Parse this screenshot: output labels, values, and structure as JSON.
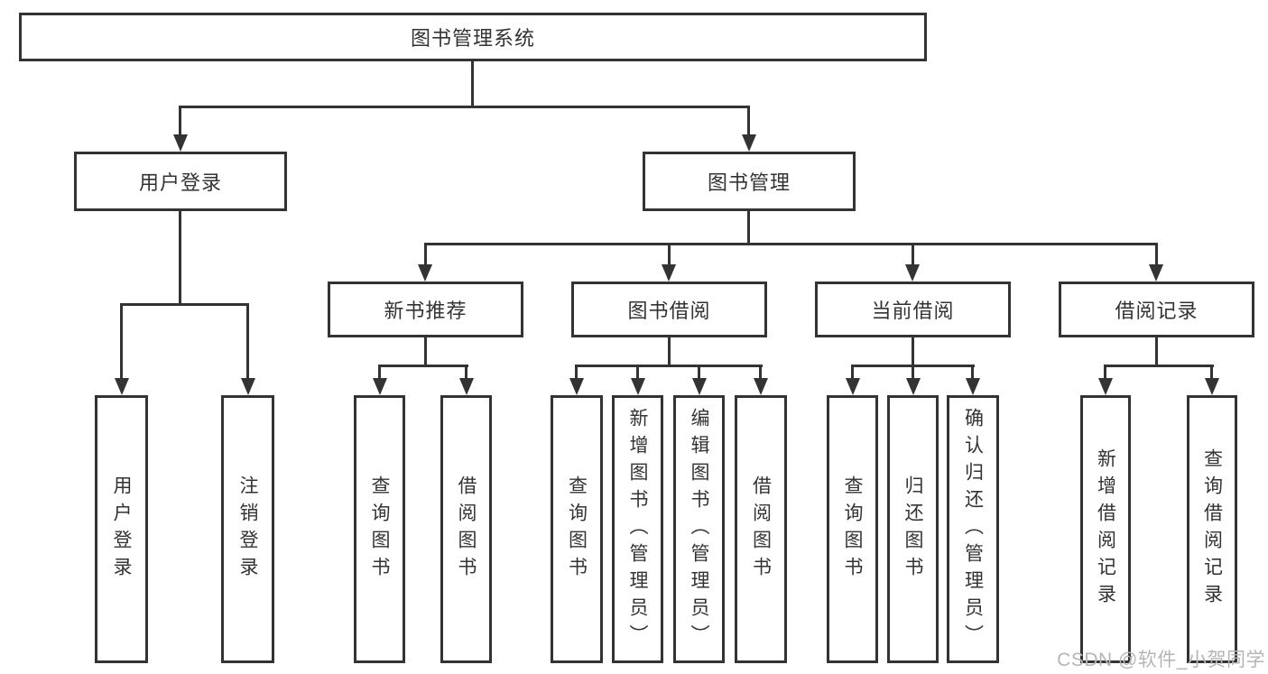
{
  "diagram": {
    "root": "图书管理系统",
    "level2": {
      "user_login": "用户登录",
      "book_mgmt": "图书管理"
    },
    "level3": {
      "new_book_rec": "新书推荐",
      "book_borrow": "图书借阅",
      "current_borrow": "当前借阅",
      "borrow_records": "借阅记录"
    },
    "leaves": {
      "login": [
        "用户登录",
        "注销登录"
      ],
      "new_book": [
        "查询图书",
        "借阅图书"
      ],
      "borrow": [
        "查询图书",
        "新增图书（管理员）",
        "编辑图书（管理员）",
        "借阅图书"
      ],
      "current": [
        "查询图书",
        "归还图书",
        "确认归还（管理员）"
      ],
      "records": [
        "新增借阅记录",
        "查询借阅记录"
      ]
    }
  },
  "watermark": "CSDN @软件_小贺同学",
  "colors": {
    "line": "#333333",
    "text": "#333333",
    "watermark": "#b5b5b5",
    "background": "#ffffff"
  }
}
